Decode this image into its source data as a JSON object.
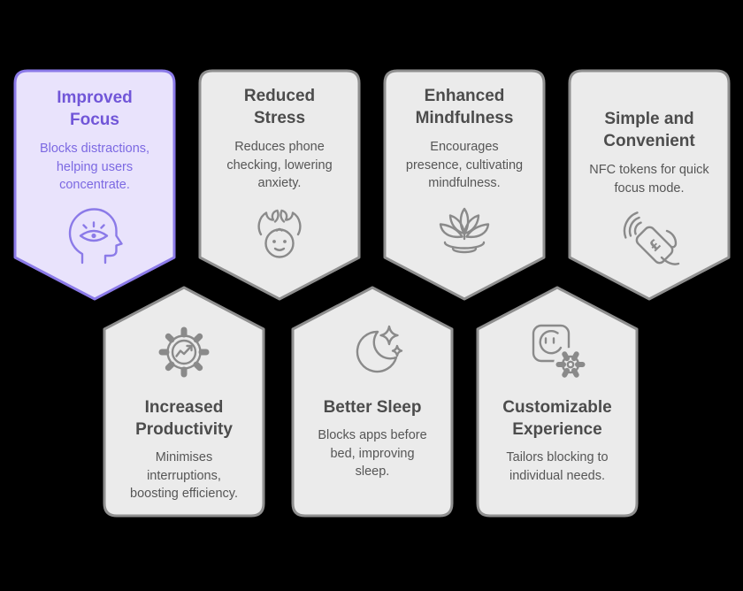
{
  "canvas": {
    "background": "#000000"
  },
  "colors": {
    "accent_border": "#8b7ae8",
    "accent_fill": "#e9e3fc",
    "accent_title": "#7156d8",
    "accent_body": "#7c69e2",
    "card_border": "#8f8f8f",
    "card_fill": "#ebebeb",
    "card_title": "#4c4c4c",
    "card_body": "#565656",
    "icon_ink": "#8a8a8a"
  },
  "cards": [
    {
      "id": "improved-focus",
      "title": "Improved\nFocus",
      "body": "Blocks distractions,\nhelping users\nconcentrate.",
      "icon": "head-focus-icon",
      "variant": "accent",
      "row": "top",
      "shape": "arrow-down"
    },
    {
      "id": "reduced-stress",
      "title": "Reduced\nStress",
      "body": "Reduces phone\nchecking, lowering\nanxiety.",
      "icon": "care-hands-icon",
      "variant": "default",
      "row": "top",
      "shape": "arrow-down"
    },
    {
      "id": "enhanced-mindfulness",
      "title": "Enhanced\nMindfulness",
      "body": "Encourages\npresence, cultivating\nmindfulness.",
      "icon": "lotus-icon",
      "variant": "default",
      "row": "top",
      "shape": "arrow-down"
    },
    {
      "id": "simple-and-convenient",
      "title": "Simple and\nConvenient",
      "body": "NFC tokens for quick\nfocus mode.",
      "icon": "nfc-token-icon",
      "variant": "default",
      "row": "top",
      "shape": "arrow-down"
    },
    {
      "id": "increased-productivity",
      "title": "Increased\nProductivity",
      "body": "Minimises\ninterruptions,\nboosting efficiency.",
      "icon": "gear-chart-icon",
      "variant": "default",
      "row": "bottom",
      "shape": "arrow-up"
    },
    {
      "id": "better-sleep",
      "title": "Better Sleep",
      "body": "Blocks apps before\nbed, improving\nsleep.",
      "icon": "moon-stars-icon",
      "variant": "default",
      "row": "bottom",
      "shape": "arrow-up"
    },
    {
      "id": "customizable-experience",
      "title": "Customizable\nExperience",
      "body": "Tailors blocking to\nindividual needs.",
      "icon": "face-gear-icon",
      "variant": "default",
      "row": "bottom",
      "shape": "arrow-up"
    }
  ]
}
